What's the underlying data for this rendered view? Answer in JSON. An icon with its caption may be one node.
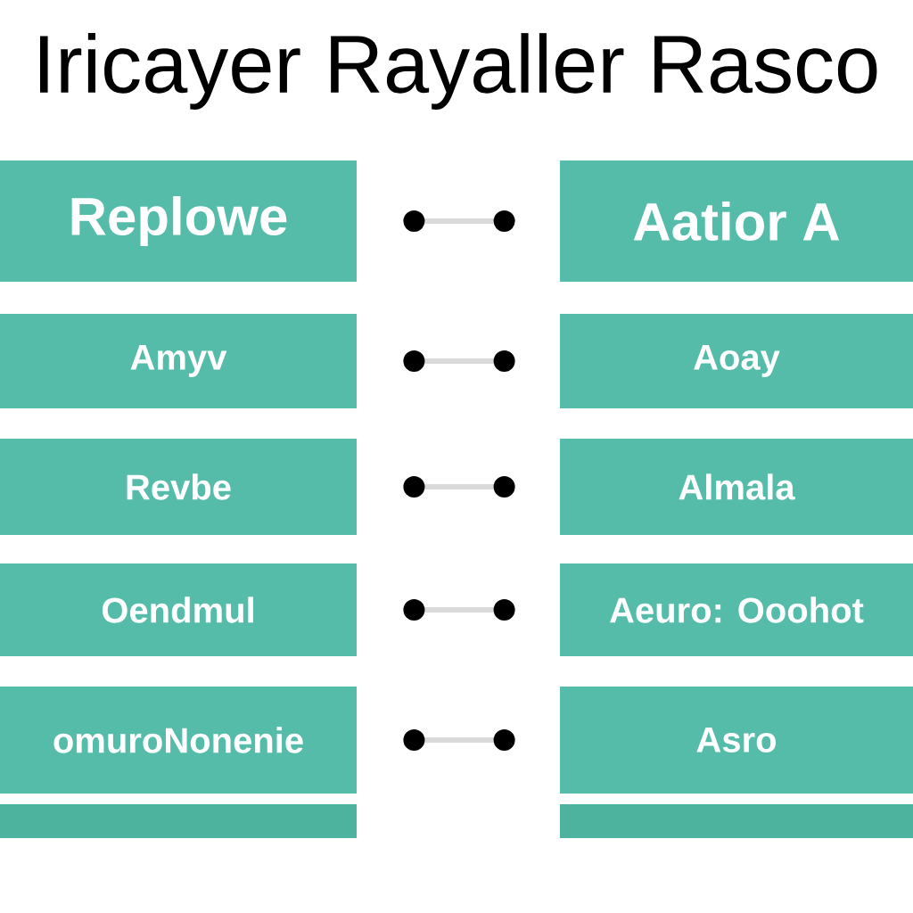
{
  "diagram": {
    "title": "Iricayer Rayaller Rasco",
    "nodes": [
      {
        "text": [
          "Replowe"
        ]
      },
      {
        "text": [
          "Aatior A"
        ]
      },
      {
        "text": [
          "Amyv"
        ]
      },
      {
        "text": [
          "Aoay"
        ]
      },
      {
        "text": [
          "Revbe"
        ]
      },
      {
        "text": [
          "Almala"
        ]
      },
      {
        "text": [
          "Oendmul"
        ]
      },
      {
        "text": [
          "Aeuro: Ooohot"
        ]
      },
      {
        "text": [
          "omuroNonenie"
        ]
      },
      {
        "text": [
          "Asro"
        ]
      },
      {
        "text": [],
        "shape": "bar"
      },
      {
        "text": [],
        "shape": "bar"
      }
    ],
    "edges": [
      {
        "from": 0,
        "to": 1,
        "arrow": "other"
      },
      {
        "from": 2,
        "to": 3,
        "arrow": "other"
      },
      {
        "from": 4,
        "to": 5,
        "arrow": "other"
      },
      {
        "from": 6,
        "to": 7,
        "arrow": "other"
      },
      {
        "from": 8,
        "to": 9,
        "arrow": "other"
      }
    ]
  }
}
